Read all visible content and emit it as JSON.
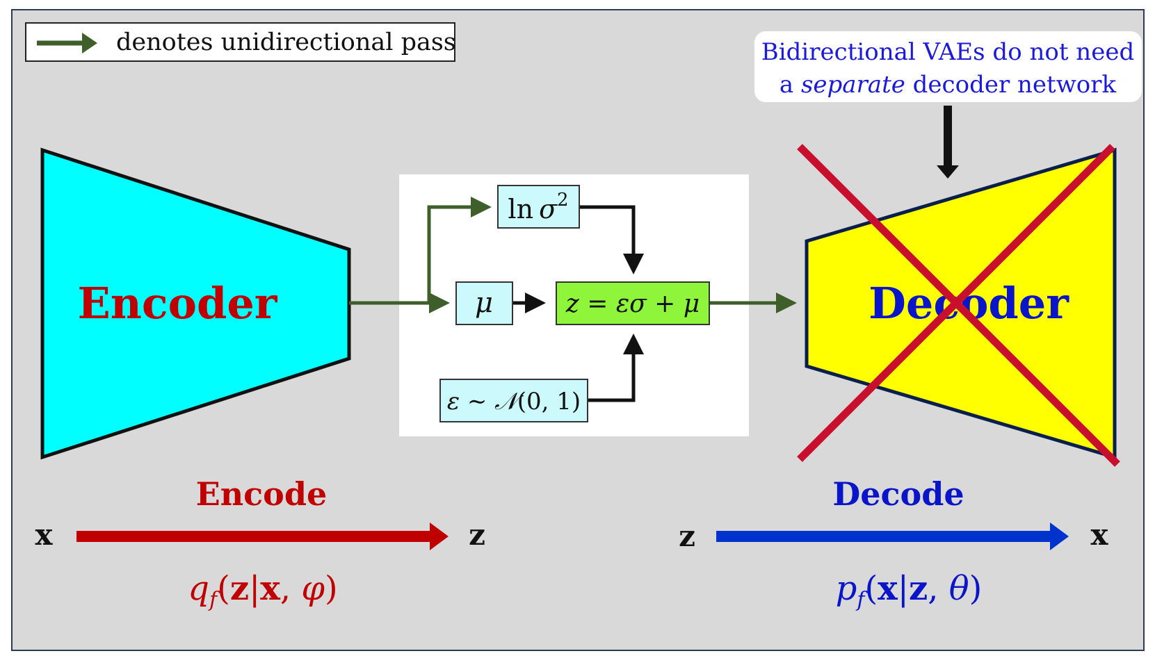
{
  "legend": {
    "text": "denotes unidirectional pass"
  },
  "callout": {
    "line1": "Bidirectional VAEs do not need",
    "line2_pre": "a ",
    "line2_em": "separate",
    "line2_post": " decoder network"
  },
  "encoder": {
    "label": "Encoder"
  },
  "decoder": {
    "label": "Decoder"
  },
  "reparam": {
    "logvar": {
      "ln": "ln",
      "sigma": "σ",
      "exp": "2"
    },
    "mu": "μ",
    "z": {
      "z": "z",
      "eq": " = ",
      "eps": "ε",
      "sigma": "σ",
      "plus": " + ",
      "mu": "μ"
    },
    "noise": {
      "eps": "ε",
      "sim": " ∼ ",
      "N": "𝒩",
      "args": "(0, 1)"
    }
  },
  "encode": {
    "title": "Encode",
    "from": "x",
    "to": "z",
    "formula": {
      "q": "q",
      "sub": "f",
      "open": "(",
      "z": "z",
      "bar": "|",
      "x": "x",
      "comma": ", ",
      "param": "φ",
      "close": ")"
    }
  },
  "decode": {
    "title": "Decode",
    "from": "z",
    "to": "x",
    "formula": {
      "p": "p",
      "sub": "f",
      "open": "(",
      "x": "x",
      "bar": "|",
      "z": "z",
      "comma": ", ",
      "param": "θ",
      "close": ")"
    }
  },
  "colors": {
    "background": "#d9d9d9",
    "frame": "#2b3a55",
    "encoder_fill": "#00ffff",
    "decoder_fill": "#ffff00",
    "decoder_stroke": "#0b1f4d",
    "encoder_text": "#c00000",
    "decoder_text": "#0a14c8",
    "cross": "#c8102e",
    "flow_arrow": "#3e5e2a",
    "encode_arrow": "#c00000",
    "decode_arrow": "#0033cc",
    "box_fill": "#ccf9fb",
    "z_box_fill": "#8ff53a",
    "panel": "#ffffff"
  }
}
